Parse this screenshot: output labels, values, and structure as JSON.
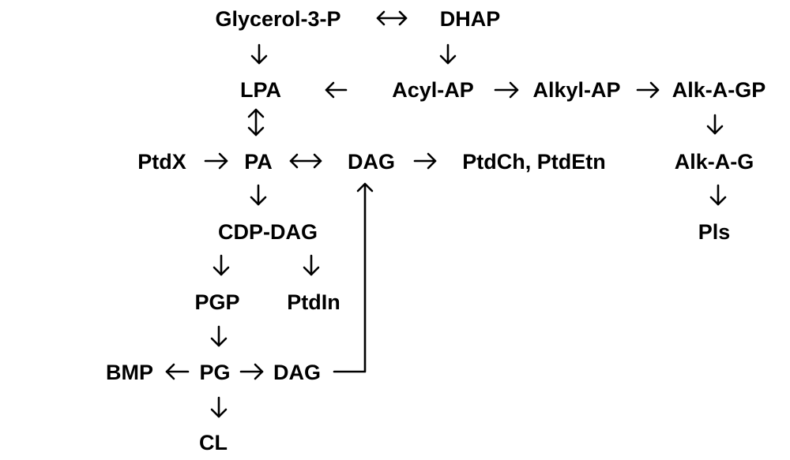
{
  "nodes": {
    "glycerol3p": "Glycerol-3-P",
    "dhap": "DHAP",
    "lpa": "LPA",
    "acylap": "Acyl-AP",
    "alkylap": "Alkyl-AP",
    "alkagp": "Alk-A-GP",
    "ptdx": "PtdX",
    "pa": "PA",
    "dag": "DAG",
    "ptdch_ptdetn": "PtdCh, PtdEtn",
    "alkag": "Alk-A-G",
    "cdpdag": "CDP-DAG",
    "pls": "Pls",
    "pgp": "PGP",
    "ptdin": "PtdIn",
    "bmp": "BMP",
    "pg": "PG",
    "dag2": "DAG",
    "cl": "CL"
  },
  "colors": {
    "text": "#000000",
    "background": "#ffffff"
  }
}
